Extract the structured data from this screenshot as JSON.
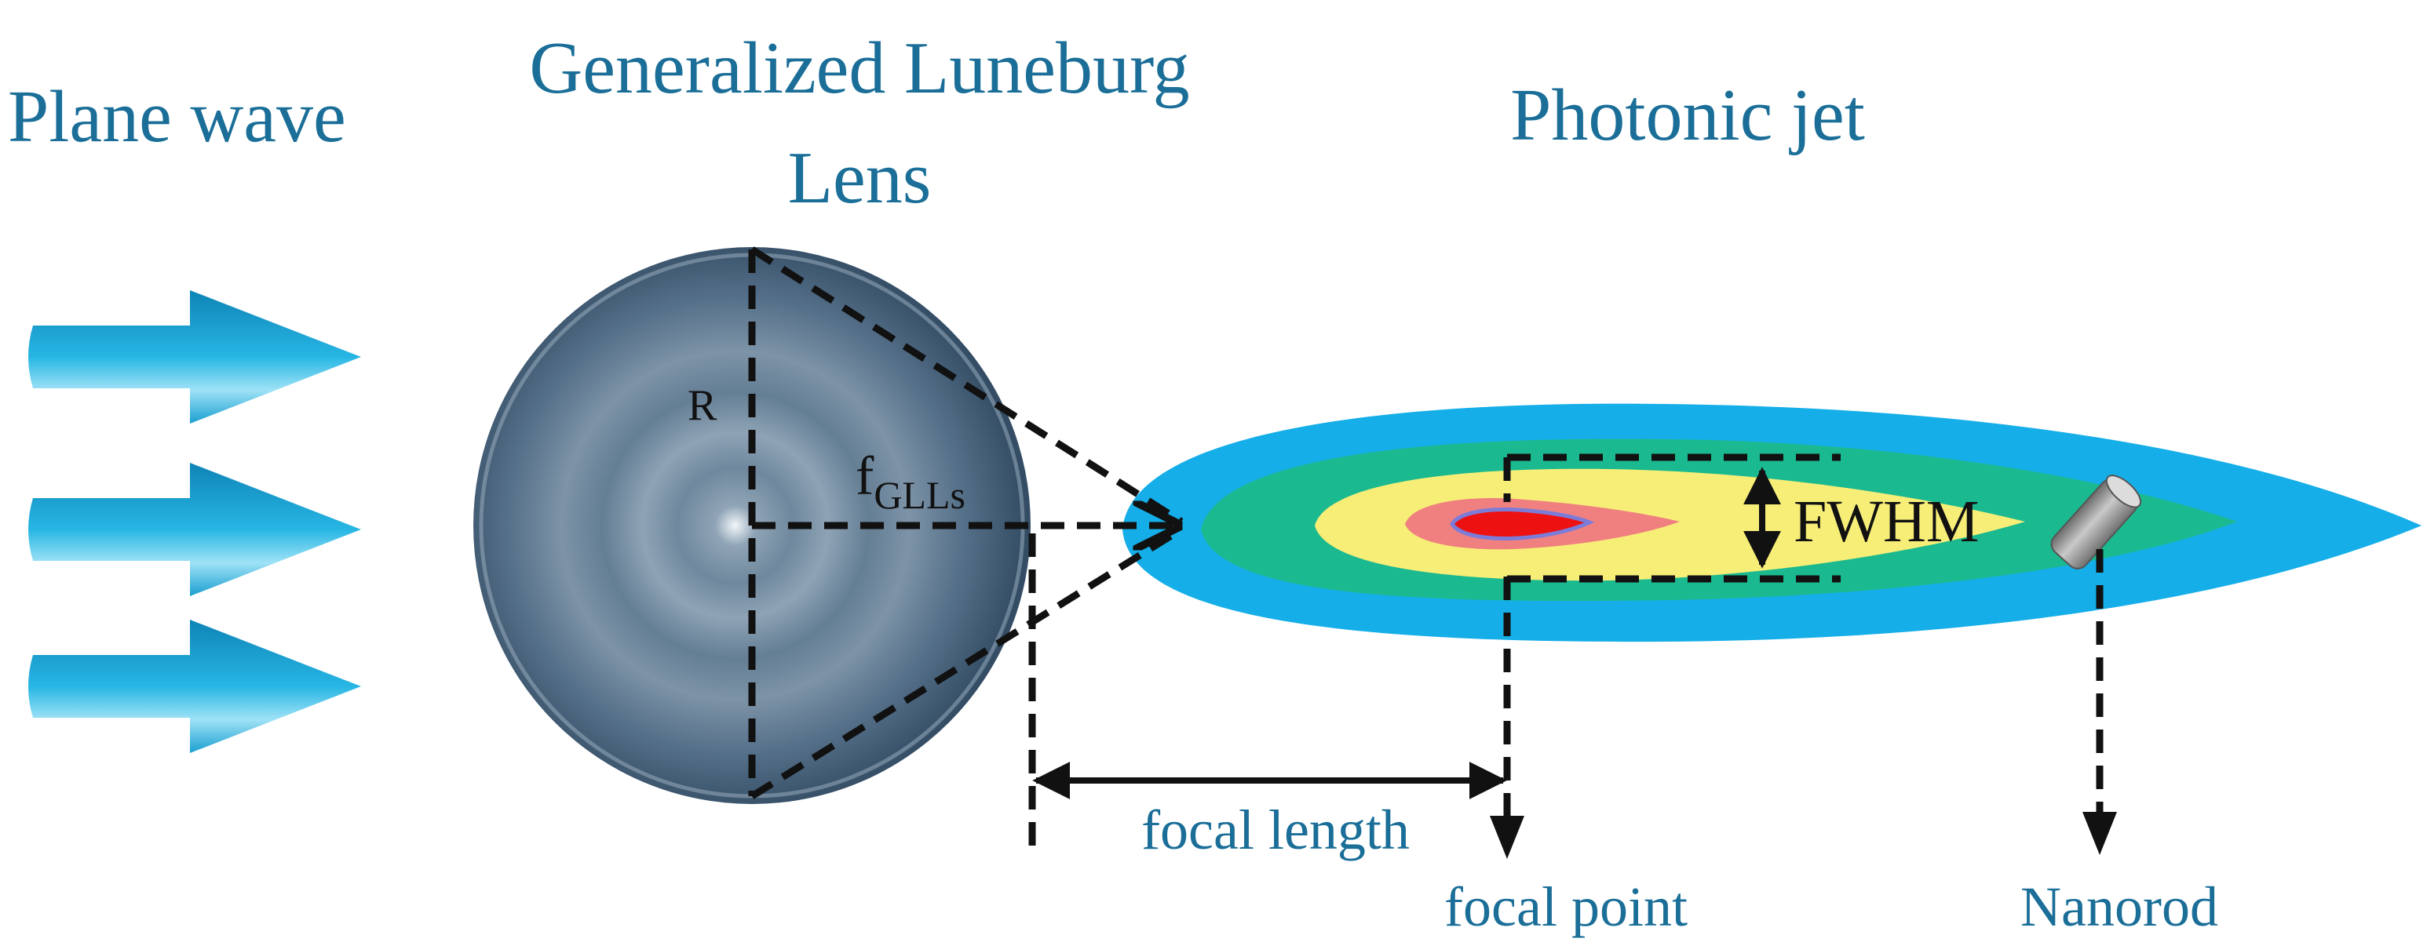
{
  "labels": {
    "plane_wave": "Plane wave",
    "lens_title_line1": "Generalized Luneburg",
    "lens_title_line2": "Lens",
    "photonic_jet": "Photonic jet",
    "radius": "R",
    "f_main": "f",
    "f_sub": "GLLs",
    "fwhm": "FWHM",
    "focal_length": "focal length",
    "focal_point": "focal point",
    "nanorod": "Nanorod"
  },
  "colors": {
    "text_blue": "#1a6e98",
    "jet_outer": "#15aee8",
    "jet_mid": "#1bb98f",
    "jet_inner": "#f7ee78",
    "jet_core": "#f08080",
    "jet_peak": "#ee1111",
    "lens": "#4e6a82",
    "arrow": "#1b9fd0"
  }
}
